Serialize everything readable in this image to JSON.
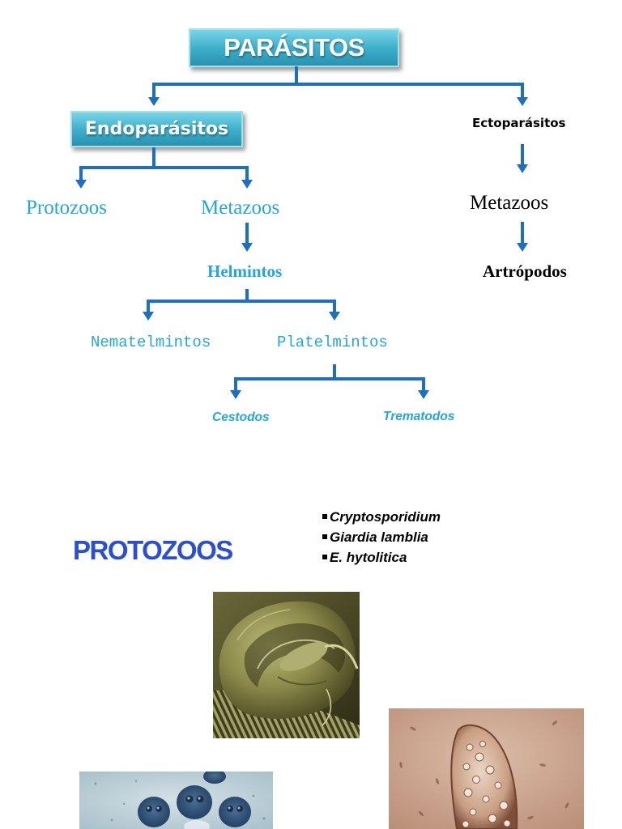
{
  "diagram": {
    "root": "PARÁSITOS",
    "endoparasitos": {
      "label": "Endoparásitos",
      "protozoos": "Protozoos",
      "metazoos": {
        "label": "Metazoos",
        "helmintos": {
          "label": "Helmintos",
          "nematelmintos": "Nematelmintos",
          "platelmintos": {
            "label": "Platelmintos",
            "cestodos": "Cestodos",
            "trematodos": "Trematodos"
          }
        }
      }
    },
    "ectoparasitos": {
      "label": "Ectoparásitos",
      "metazoos": {
        "label": "Metazoos",
        "artropodos": "Artrópodos"
      }
    }
  },
  "protozoos_section": {
    "heading": "PROTOZOOS",
    "examples": [
      "Cryptosporidium",
      "Giardia lamblia",
      "E. hytolitica"
    ]
  },
  "colors": {
    "box_fill": "#3fb0cc",
    "connector": "#1c6fc1",
    "label_cyan": "#22a7dc",
    "heading_blue": "#2a4fd6",
    "text_dark": "#000000"
  }
}
